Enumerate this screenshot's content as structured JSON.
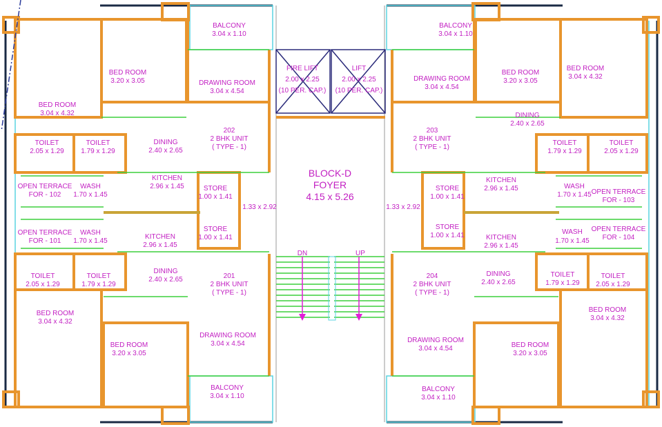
{
  "block": {
    "name": "BLOCK-D",
    "foyer": "FOYER",
    "foyer_size": "4.15 x 5.26"
  },
  "stairs": {
    "down": "DN",
    "up": "UP"
  },
  "lifts": [
    {
      "name": "FIRE LIFT",
      "size": "2.00 x 2.25",
      "cap": "(10 PER. CAP.)"
    },
    {
      "name": "LIFT",
      "size": "2.00 x 2.25",
      "cap": "(10 PER. CAP.)"
    }
  ],
  "passage_left": "1.33 x 2.92",
  "passage_right": "1.33 x 2.92",
  "units": [
    {
      "no": "202",
      "type": "2 BHK UNIT",
      "subtype": "( TYPE - 1)"
    },
    {
      "no": "203",
      "type": "2 BHK UNIT",
      "subtype": "( TYPE - 1)"
    },
    {
      "no": "201",
      "type": "2 BHK UNIT",
      "subtype": "( TYPE - 1)"
    },
    {
      "no": "204",
      "type": "2 BHK UNIT",
      "subtype": "( TYPE - 1)"
    }
  ],
  "rooms": [
    {
      "name": "BALCONY",
      "size": "3.04 x 1.10"
    },
    {
      "name": "BALCONY",
      "size": "3.04 x 1.10"
    },
    {
      "name": "BED ROOM",
      "size": "3.20 x 3.05"
    },
    {
      "name": "BED ROOM",
      "size": "3.04 x 4.32"
    },
    {
      "name": "DRAWING ROOM",
      "size": "3.04 x 4.54"
    },
    {
      "name": "DRAWING ROOM",
      "size": "3.04 x 4.54"
    },
    {
      "name": "BED ROOM",
      "size": "3.20 x 3.05"
    },
    {
      "name": "BED ROOM",
      "size": "3.04 x 4.32"
    },
    {
      "name": "DINING",
      "size": "2.40 x 2.65"
    },
    {
      "name": "DINING",
      "size": "2.40 x 2.65"
    },
    {
      "name": "TOILET",
      "size": "2.05 x 1.29"
    },
    {
      "name": "TOILET",
      "size": "1.79 x 1.29"
    },
    {
      "name": "TOILET",
      "size": "1.79 x 1.29"
    },
    {
      "name": "TOILET",
      "size": "2.05 x 1.29"
    },
    {
      "name": "KITCHEN",
      "size": "2.96 x 1.45"
    },
    {
      "name": "KITCHEN",
      "size": "2.96 x 1.45"
    },
    {
      "name": "STORE",
      "size": "1.00 x 1.41"
    },
    {
      "name": "STORE",
      "size": "1.00 x 1.41"
    },
    {
      "name": "OPEN TERRACE",
      "size": "FOR - 102"
    },
    {
      "name": "WASH",
      "size": "1.70 x 1.45"
    },
    {
      "name": "WASH",
      "size": "1.70 x 1.45"
    },
    {
      "name": "OPEN TERRACE",
      "size": "FOR - 103"
    },
    {
      "name": "OPEN TERRACE",
      "size": "FOR - 101"
    },
    {
      "name": "WASH",
      "size": "1.70 x 1.45"
    },
    {
      "name": "KITCHEN",
      "size": "2.96 x 1.45"
    },
    {
      "name": "STORE",
      "size": "1.00 x 1.41"
    },
    {
      "name": "STORE",
      "size": "1.00 x 1.41"
    },
    {
      "name": "KITCHEN",
      "size": "2.96 x 1.45"
    },
    {
      "name": "WASH",
      "size": "1.70 x 1.45"
    },
    {
      "name": "OPEN TERRACE",
      "size": "FOR - 104"
    },
    {
      "name": "TOILET",
      "size": "2.05 x 1.29"
    },
    {
      "name": "TOILET",
      "size": "1.79 x 1.29"
    },
    {
      "name": "TOILET",
      "size": "1.79 x 1.29"
    },
    {
      "name": "TOILET",
      "size": "2.05 x 1.29"
    },
    {
      "name": "DINING",
      "size": "2.40 x 2.65"
    },
    {
      "name": "DINING",
      "size": "2.40 x 2.65"
    },
    {
      "name": "BED ROOM",
      "size": "3.04 x 4.32"
    },
    {
      "name": "BED ROOM",
      "size": "3.04 x 4.32"
    },
    {
      "name": "BED ROOM",
      "size": "3.20 x 3.05"
    },
    {
      "name": "BED ROOM",
      "size": "3.20 x 3.05"
    },
    {
      "name": "DRAWING ROOM",
      "size": "3.04 x 4.54"
    },
    {
      "name": "DRAWING ROOM",
      "size": "3.04 x 4.54"
    },
    {
      "name": "BALCONY",
      "size": "3.04 x 1.10"
    },
    {
      "name": "BALCONY",
      "size": "3.04 x 1.10"
    }
  ],
  "colors": {
    "wall": "#e8952d",
    "label": "#c21fc2",
    "inner_line": "#3ccf3c",
    "outer_line": "#1a2a44",
    "glass": "#59d3e0"
  }
}
